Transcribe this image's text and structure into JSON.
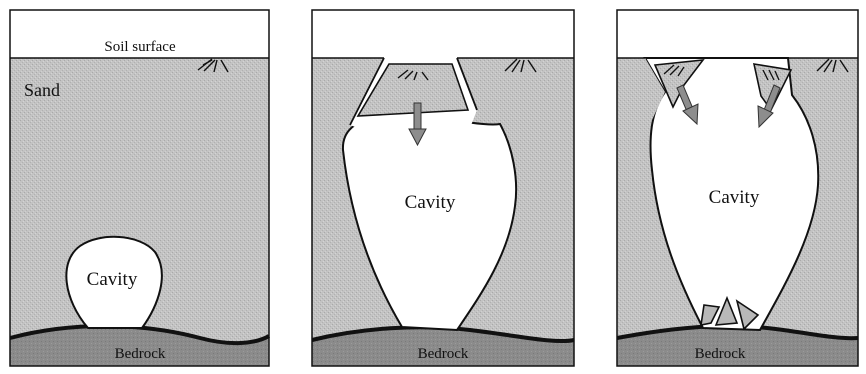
{
  "panels": [
    {
      "soil_surface": "Soil surface",
      "sand": "Sand",
      "cavity": "Cavity",
      "bedrock": "Bedrock"
    },
    {
      "cavity": "Cavity",
      "bedrock": "Bedrock"
    },
    {
      "cavity": "Cavity",
      "bedrock": "Bedrock"
    }
  ],
  "colors": {
    "sand": "#c2c2c2",
    "bedrock": "#8a8a8a",
    "outline": "#111111",
    "arrow": "#8d8d8d",
    "background": "#ffffff"
  }
}
